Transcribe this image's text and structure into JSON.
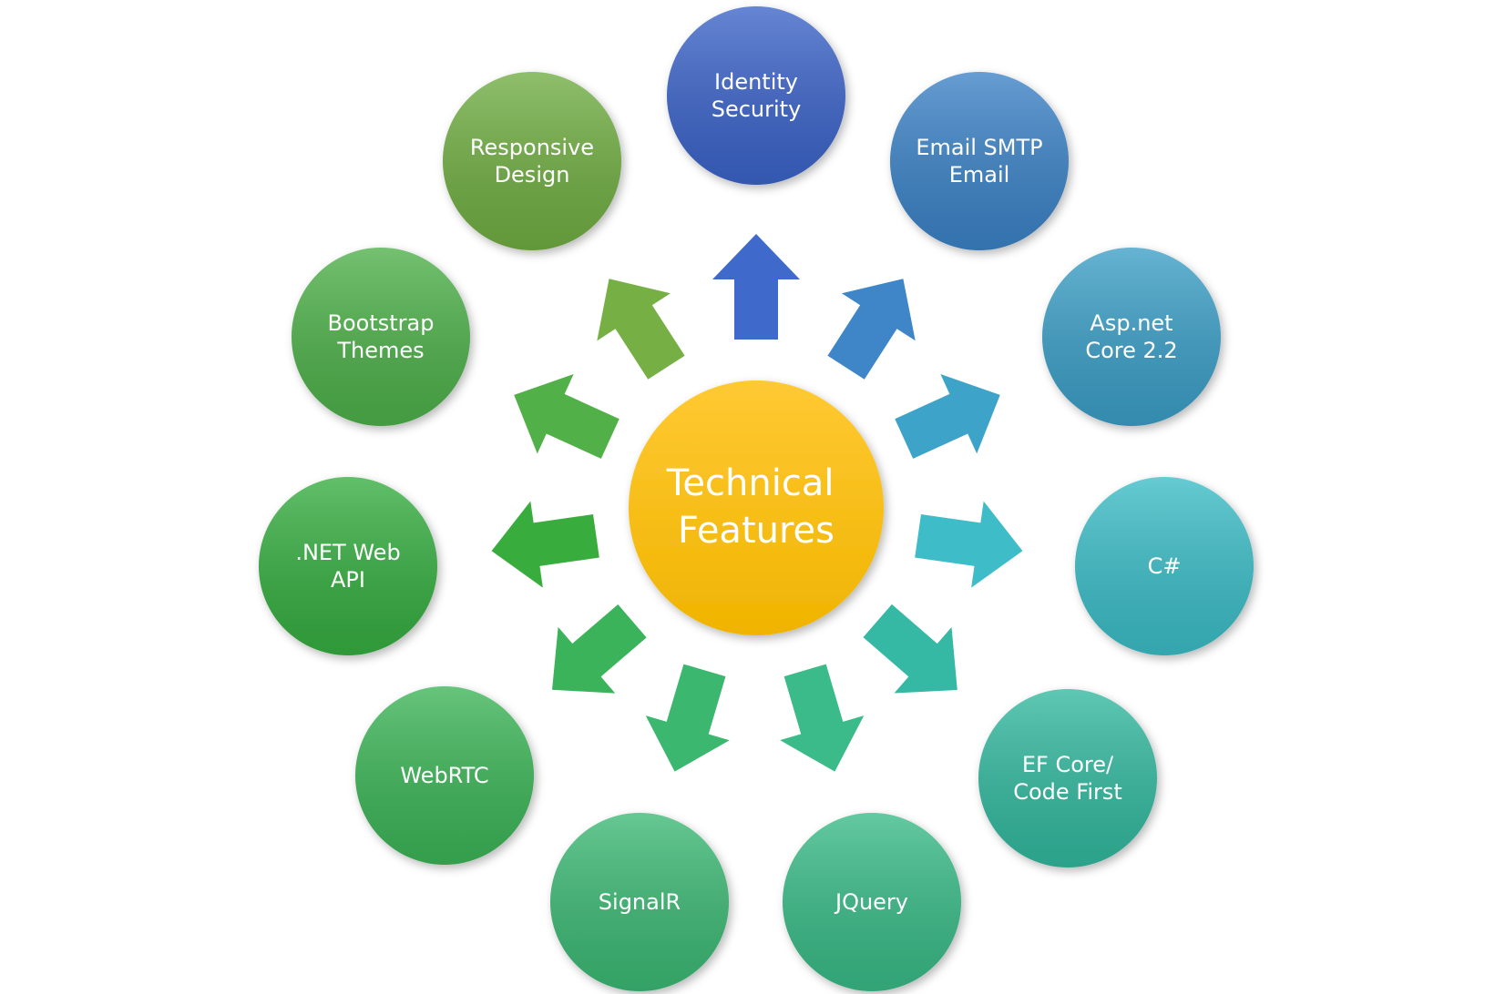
{
  "center": {
    "lines": [
      "Technical",
      "Features"
    ],
    "color_top": "#ffc933",
    "color_bottom": "#f0b400"
  },
  "features": [
    {
      "id": "identity-security",
      "lines": [
        "Identity",
        "Security"
      ],
      "color": "#3a64c8",
      "arrow_color": "#3f6acb"
    },
    {
      "id": "email-smtp",
      "lines": [
        "Email SMTP",
        "Email"
      ],
      "color": "#3a82c6",
      "arrow_color": "#3e86c8"
    },
    {
      "id": "aspnet-core",
      "lines": [
        "Asp.net",
        "Core 2.2"
      ],
      "color": "#3a9ec6",
      "arrow_color": "#3ea3c8"
    },
    {
      "id": "csharp",
      "lines": [
        "C#"
      ],
      "color": "#3bbcc6",
      "arrow_color": "#3ebcc8"
    },
    {
      "id": "ef-core",
      "lines": [
        "EF Core/",
        "Code First"
      ],
      "color": "#32b89e",
      "arrow_color": "#35b8a4"
    },
    {
      "id": "jquery",
      "lines": [
        "JQuery"
      ],
      "color": "#38ba86",
      "arrow_color": "#3bbb8a"
    },
    {
      "id": "signalr",
      "lines": [
        "SignalR"
      ],
      "color": "#3bb873",
      "arrow_color": "#3cb770"
    },
    {
      "id": "webrtc",
      "lines": [
        "WebRTC"
      ],
      "color": "#3ab457",
      "arrow_color": "#3bb35a"
    },
    {
      "id": "net-web-api",
      "lines": [
        ".NET Web",
        "API"
      ],
      "color": "#36ad3f",
      "arrow_color": "#38ad3d"
    },
    {
      "id": "bootstrap-themes",
      "lines": [
        "Bootstrap",
        "Themes"
      ],
      "color": "#4db04a",
      "arrow_color": "#52b048"
    },
    {
      "id": "responsive-design",
      "lines": [
        "Responsive",
        "Design"
      ],
      "color": "#6fad42",
      "arrow_color": "#76b045"
    }
  ]
}
